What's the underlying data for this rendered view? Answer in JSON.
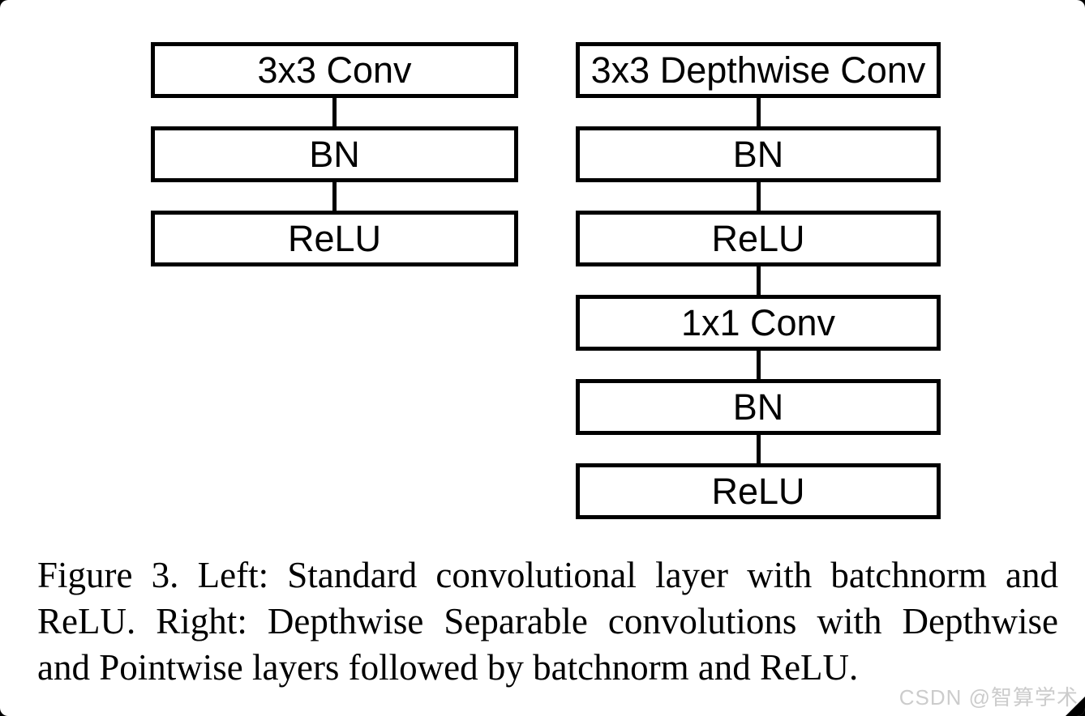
{
  "diagram": {
    "left_column": {
      "boxes": [
        "3x3 Conv",
        "BN",
        "ReLU"
      ]
    },
    "right_column": {
      "boxes": [
        "3x3 Depthwise Conv",
        "BN",
        "ReLU",
        "1x1 Conv",
        "BN",
        "ReLU"
      ]
    }
  },
  "caption": {
    "lines": [
      "Figure 3. Left:  Standard convolutional layer with batchnorm and",
      "ReLU. Right:  Depthwise Separable convolutions with Depthwise",
      "and Pointwise layers followed by batchnorm and ReLU."
    ]
  },
  "watermark": {
    "text": "CSDN @智算学术",
    "color": "#cccccc"
  },
  "colors": {
    "ink": "#000000",
    "background": "#ffffff"
  }
}
